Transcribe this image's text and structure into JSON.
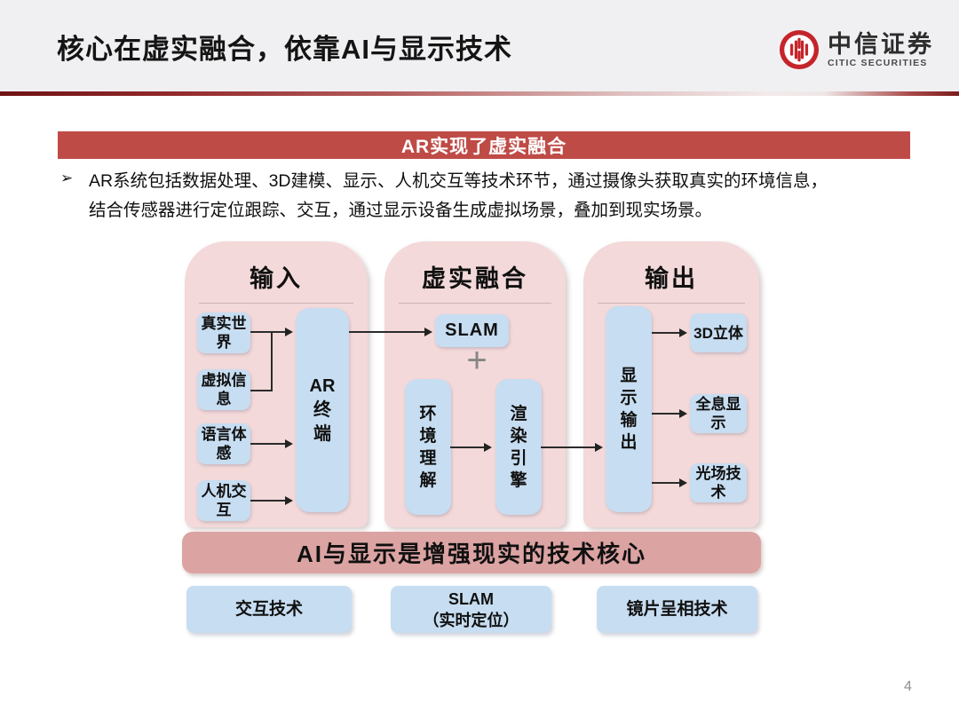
{
  "header": {
    "title": "核心在虚实融合，依靠AI与显示技术",
    "logo_cn": "中信证券",
    "logo_en": "CITIC SECURITIES"
  },
  "banner": {
    "label": "AR实现了虚实融合"
  },
  "bullet": {
    "marker": "➢",
    "text": "AR系统包括数据处理、3D建模、显示、人机交互等技术环节，通过摄像头获取真实的环境信息，\n结合传感器进行定位跟踪、交互，通过显示设备生成虚拟场景，叠加到现实场景。"
  },
  "diagram": {
    "input": {
      "title": "输入",
      "sources": [
        "真实世界",
        "虚拟信息",
        "语言体感",
        "人机交互"
      ],
      "terminal": "AR\n终\n端"
    },
    "fusion": {
      "title": "虚实融合",
      "slam": "SLAM",
      "plus": "+",
      "env": "环\n境\n理\n解",
      "render": "渲\n染\n引\n擎"
    },
    "output": {
      "title": "输出",
      "display": "显\n示\n输\n出",
      "targets": [
        "3D立体",
        "全息显示",
        "光场技术"
      ]
    }
  },
  "core_banner": {
    "label": "AI与显示是增强现实的技术核心"
  },
  "bottom_boxes": [
    "交互技术",
    "SLAM\n（实时定位）",
    "镜片呈相技术"
  ],
  "page_number": "4",
  "colors": {
    "banner_red": "#bf4b47",
    "column_pink": "#f3d9d9",
    "box_blue": "#c7ddf1",
    "core_banner_pink": "#dca3a3",
    "logo_red": "#c5242b",
    "header_band_gray": "#f0f0f2"
  }
}
